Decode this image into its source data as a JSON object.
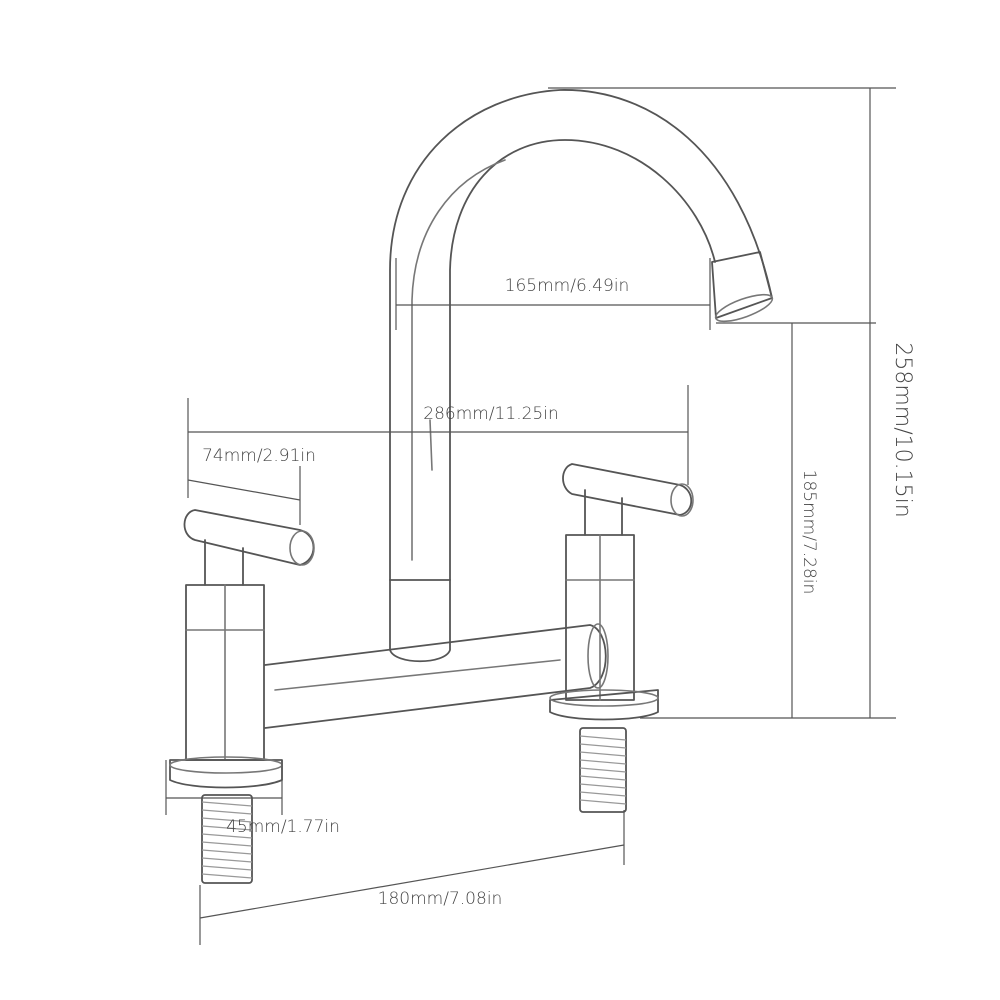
{
  "dimensions": {
    "spout_reach": "165mm/6.49in",
    "overall_width": "286mm/11.25in",
    "handle_length": "74mm/2.91in",
    "base_diameter": "45mm/1.77in",
    "center_distance": "180mm/7.08in",
    "total_height": "258mm/10.15in",
    "spout_height": "185mm/7.28in"
  }
}
